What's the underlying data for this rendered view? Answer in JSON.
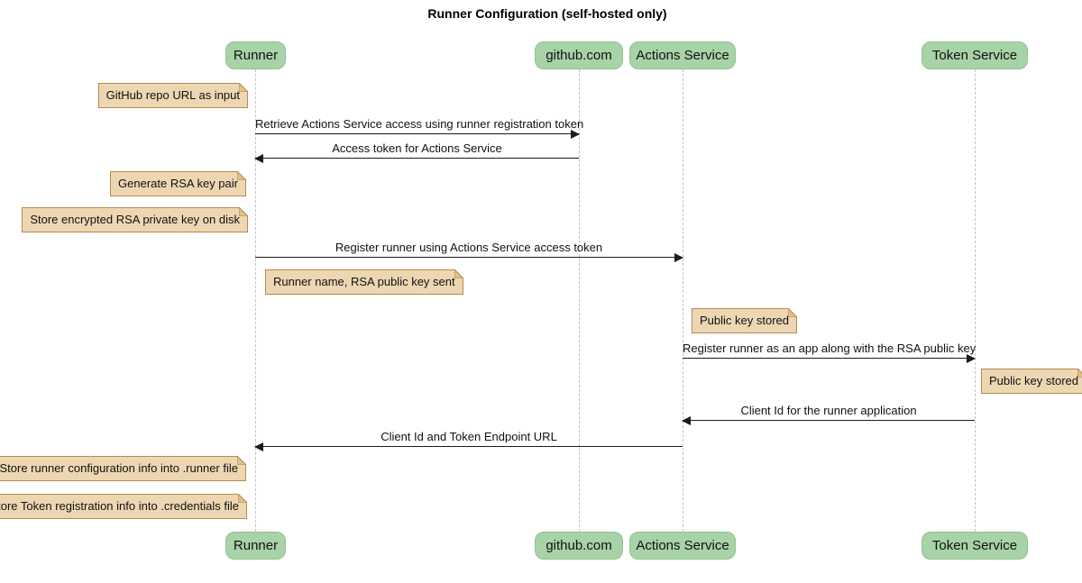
{
  "title": "Runner Configuration (self-hosted only)",
  "participants": [
    {
      "label": "Runner"
    },
    {
      "label": "github.com"
    },
    {
      "label": "Actions Service"
    },
    {
      "label": "Token Service"
    }
  ],
  "messages": [
    {
      "text": "Retrieve Actions Service access using runner registration token",
      "from": "Runner",
      "to": "github.com"
    },
    {
      "text": "Access token for Actions Service",
      "from": "github.com",
      "to": "Runner"
    },
    {
      "text": "Register runner using Actions Service access token",
      "from": "Runner",
      "to": "Actions Service"
    },
    {
      "text": "Register runner as an app along with the RSA public key",
      "from": "Actions Service",
      "to": "Token Service"
    },
    {
      "text": "Client Id for the runner application",
      "from": "Token Service",
      "to": "Actions Service"
    },
    {
      "text": "Client Id and Token Endpoint URL",
      "from": "Actions Service",
      "to": "Runner"
    }
  ],
  "notes": [
    {
      "text": "GitHub repo URL as input"
    },
    {
      "text": "Generate RSA key pair"
    },
    {
      "text": "Store encrypted RSA private key on disk"
    },
    {
      "text": "Runner name, RSA public key sent"
    },
    {
      "text": "Public key stored"
    },
    {
      "text": "Public key stored"
    },
    {
      "text": "Store runner configuration info into .runner file"
    },
    {
      "text": "Store Token registration info into .credentials file"
    }
  ],
  "colors": {
    "participant_fill": "#a8d2a8",
    "participant_border": "#90c490",
    "note_fill": "#edd7b3",
    "note_border": "#b9884e",
    "note_fold": "#e0c08c",
    "lifeline": "#c4c4c4",
    "arrow": "#1b1b1b"
  }
}
